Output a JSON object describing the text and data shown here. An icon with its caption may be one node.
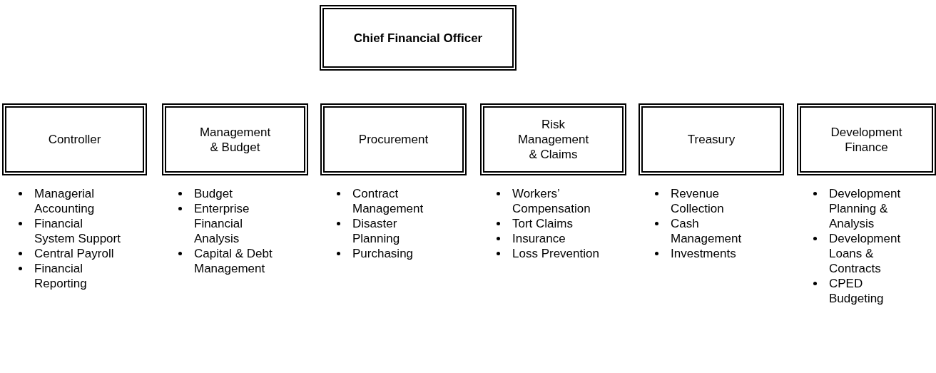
{
  "diagram": {
    "nodes": [
      {
        "text": [
          "Chief Financial Officer"
        ]
      },
      {
        "text": [
          "Controller"
        ],
        "beside": [
          "Managerial Accounting",
          "Financial System Support",
          "Central Payroll",
          "Financial Reporting"
        ]
      },
      {
        "text": [
          "Management & Budget"
        ],
        "beside": [
          "Budget",
          "Enterprise Financial Analysis",
          "Capital & Debt Management"
        ]
      },
      {
        "text": [
          "Procurement"
        ],
        "beside": [
          "Contract Management",
          "Disaster Planning",
          "Purchasing"
        ]
      },
      {
        "text": [
          "Risk Management & Claims"
        ],
        "beside": [
          "Workers’ Compensation",
          "Tort Claims",
          "Insurance",
          "Loss Prevention"
        ]
      },
      {
        "text": [
          "Treasury"
        ],
        "beside": [
          "Revenue Collection",
          "Cash Management",
          "Investments"
        ]
      },
      {
        "text": [
          "Development Finance"
        ],
        "beside": [
          "Development Planning & Analysis",
          "Development Loans & Contracts",
          "CPED Budgeting"
        ]
      }
    ]
  }
}
